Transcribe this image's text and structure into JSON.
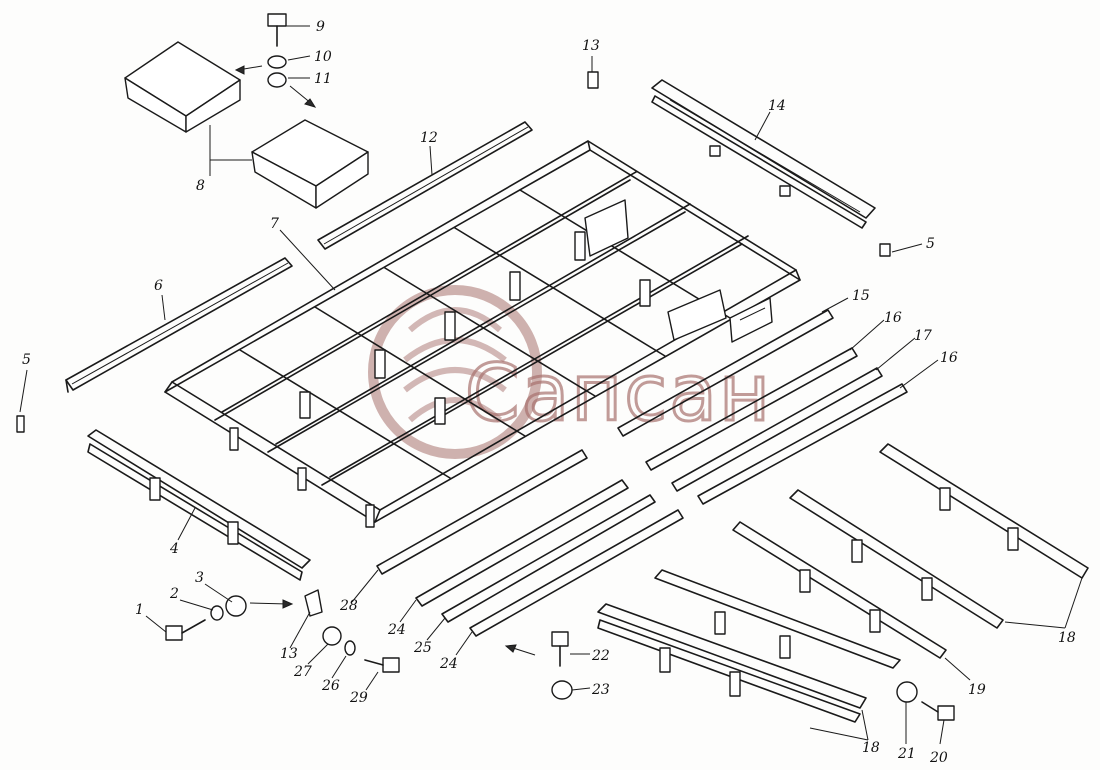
{
  "watermark": {
    "text": "Сапсан",
    "color": "#a8726e"
  },
  "callouts": {
    "n1": "1",
    "n2": "2",
    "n3": "3",
    "n4": "4",
    "n5a": "5",
    "n5b": "5",
    "n6": "6",
    "n7": "7",
    "n8": "8",
    "n9": "9",
    "n10": "10",
    "n11": "11",
    "n12": "12",
    "n13a": "13",
    "n13b": "13",
    "n14": "14",
    "n15": "15",
    "n16a": "16",
    "n16b": "16",
    "n17": "17",
    "n18a": "18",
    "n18b": "18",
    "n19": "19",
    "n20": "20",
    "n21": "21",
    "n22": "22",
    "n23": "23",
    "n24a": "24",
    "n24b": "24",
    "n25": "25",
    "n26": "26",
    "n27": "27",
    "n28": "28",
    "n29": "29"
  }
}
